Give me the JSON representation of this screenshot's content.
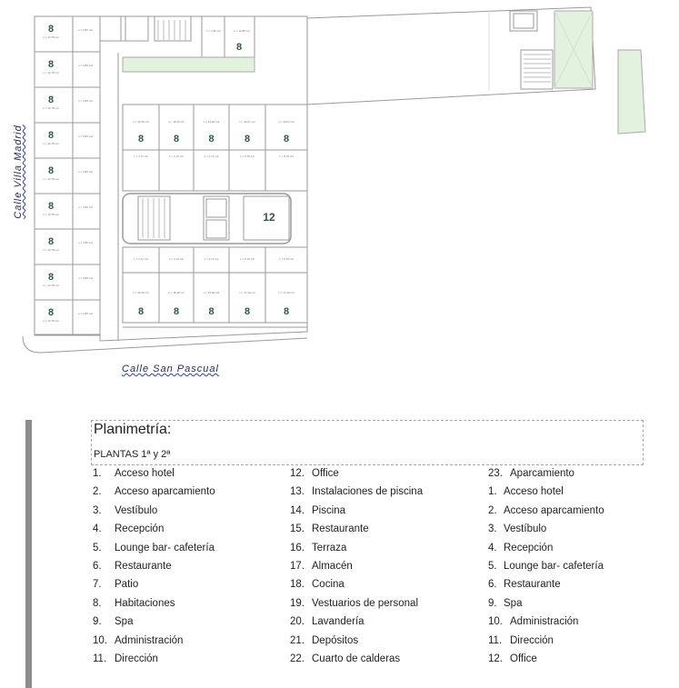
{
  "plan": {
    "streets": {
      "left": "Calle Villa Madrid",
      "bottom": "Calle San Pascual"
    },
    "colors": {
      "wall": "#9a9a9a",
      "green": "#e3f1df",
      "label": "#2f5a48"
    },
    "left_rooms": [
      {
        "number": "8",
        "area": "s = 12,78 m2",
        "bath_area": "s = 4,85 m2"
      },
      {
        "number": "8",
        "area": "s = 12,78 m2",
        "bath_area": "s = 4,85 m2"
      },
      {
        "number": "8",
        "area": "s = 12,78 m2",
        "bath_area": "s = 4,85 m2"
      },
      {
        "number": "8",
        "area": "s = 12,78 m2",
        "bath_area": "s = 4,85 m2"
      },
      {
        "number": "8",
        "area": "s = 12,78 m2",
        "bath_area": "s = 4,85 m2"
      },
      {
        "number": "8",
        "area": "s = 12,78 m2",
        "bath_area": "s = 4,85 m2"
      },
      {
        "number": "8",
        "area": "s = 12,78 m2",
        "bath_area": "s = 4,85 m2"
      },
      {
        "number": "8",
        "area": "s = 12,78 m2",
        "bath_area": "s = 4,85 m2"
      },
      {
        "number": "8",
        "area": "s = 12,78 m2",
        "bath_area": "s = 4,85 m2"
      }
    ],
    "top_room": {
      "number": "8",
      "area": "s = 12,85 m2",
      "bath_area": "s = 4,50 m2"
    },
    "upper_rooms": [
      {
        "number": "8",
        "area": "s = 15,40 m2",
        "bath_area": "s = 4,72 m2"
      },
      {
        "number": "8",
        "area": "s = 15,40 m2",
        "bath_area": "s = 4,72 m2"
      },
      {
        "number": "8",
        "area": "s = 15,40 m2",
        "bath_area": "s = 4,72 m2"
      },
      {
        "number": "8",
        "area": "s = 16,67 m2",
        "bath_area": "s = 5,78 m2"
      },
      {
        "number": "8",
        "area": "s = 16,67 m2",
        "bath_area": "s = 5,78 m2"
      }
    ],
    "lower_rooms": [
      {
        "number": "8",
        "area": "s = 15,40 m2",
        "bath_area": "s = 4,72 m2"
      },
      {
        "number": "8",
        "area": "s = 15,40 m2",
        "bath_area": "s = 4,72 m2"
      },
      {
        "number": "8",
        "area": "s = 15,40 m2",
        "bath_area": "s = 4,72 m2"
      },
      {
        "number": "8",
        "area": "s = 17,40 m2",
        "bath_area": "s = 5,78 m2"
      },
      {
        "number": "8",
        "area": "s = 17,40 m2",
        "bath_area": "s = 5,78 m2"
      }
    ],
    "core_label": "12"
  },
  "legend": {
    "title": "Planimetría:",
    "subtitle": "PLANTAS 1ª y 2ª",
    "columns": [
      [
        {
          "n": "1.",
          "label": "Acceso hotel"
        },
        {
          "n": "2.",
          "label": "Acceso aparcamiento"
        },
        {
          "n": "3.",
          "label": "Vestíbulo"
        },
        {
          "n": "4.",
          "label": "Recepción"
        },
        {
          "n": "5.",
          "label": "Lounge bar- cafetería"
        },
        {
          "n": "6.",
          "label": "Restaurante"
        },
        {
          "n": "7.",
          "label": "Patio"
        },
        {
          "n": "8.",
          "label": "Habitaciones"
        },
        {
          "n": "9.",
          "label": "Spa"
        },
        {
          "n": "10.",
          "label": "Administración"
        },
        {
          "n": "11.",
          "label": "Dirección"
        }
      ],
      [
        {
          "n": "12.",
          "label": "Office"
        },
        {
          "n": "13.",
          "label": "Instalaciones de piscina"
        },
        {
          "n": "14.",
          "label": "Piscina"
        },
        {
          "n": "15.",
          "label": "Restaurante"
        },
        {
          "n": "16.",
          "label": "Terraza"
        },
        {
          "n": "17.",
          "label": "Almacén"
        },
        {
          "n": "18.",
          "label": "Cocina"
        },
        {
          "n": "19.",
          "label": "Vestuarios de personal"
        },
        {
          "n": "20.",
          "label": "Lavandería"
        },
        {
          "n": "21.",
          "label": "Depósitos"
        },
        {
          "n": "22.",
          "label": "Cuarto de calderas"
        }
      ],
      [
        {
          "n": "23.",
          "label": "Aparcamiento"
        },
        {
          "n": "1.",
          "label": "Acceso hotel"
        },
        {
          "n": "2.",
          "label": "Acceso aparcamiento"
        },
        {
          "n": "3.",
          "label": "Vestíbulo"
        },
        {
          "n": "4.",
          "label": "Recepción"
        },
        {
          "n": "5.",
          "label": "Lounge bar- cafetería"
        },
        {
          "n": "6.",
          "label": "Restaurante"
        },
        {
          "n": "9.",
          "label": "Spa"
        },
        {
          "n": "10.",
          "label": "Administración"
        },
        {
          "n": "11.",
          "label": "Dirección"
        },
        {
          "n": "12.",
          "label": "Office"
        }
      ]
    ]
  }
}
